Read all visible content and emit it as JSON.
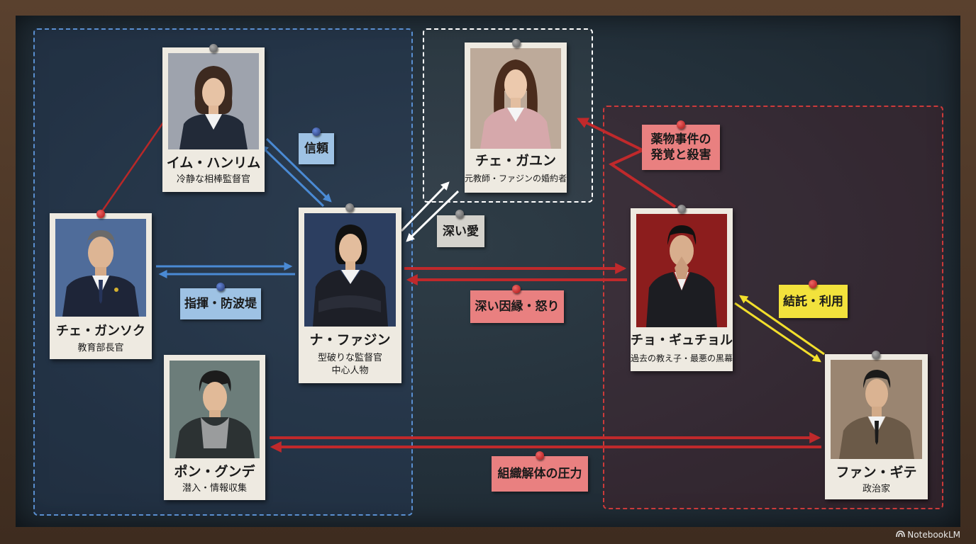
{
  "people": {
    "lim": {
      "name": "イム・ハンリム",
      "role": "冷静な相棒監督官"
    },
    "choe": {
      "name": "チェ・ガンソク",
      "role": "教育部長官"
    },
    "pon": {
      "name": "ポン・グンデ",
      "role": "潜入・情報収集"
    },
    "na": {
      "name": "ナ・ファジン",
      "role": "型破りな監督官",
      "role2": "中心人物"
    },
    "gaun": {
      "name": "チェ・ガユン",
      "role": "元教師・ファジンの婚約者"
    },
    "cho": {
      "name": "チョ・ギュチョル",
      "role": "過去の教え子・最悪の黒幕"
    },
    "fan": {
      "name": "ファン・ギテ",
      "role": "政治家"
    }
  },
  "relations": {
    "trust": "信頼",
    "command": "指揮・防波堤",
    "love": "深い愛",
    "fate": "深い因縁・怒り",
    "drug_line1": "薬物事件の",
    "drug_line2": "発覚と殺害",
    "collusion": "結託・利用",
    "pressure": "組織解体の圧力"
  },
  "watermark": "NotebookLM",
  "colors": {
    "blue": "#4a8ad4",
    "red": "#c0292b",
    "white": "#ffffff",
    "yellow": "#f2df2c"
  }
}
